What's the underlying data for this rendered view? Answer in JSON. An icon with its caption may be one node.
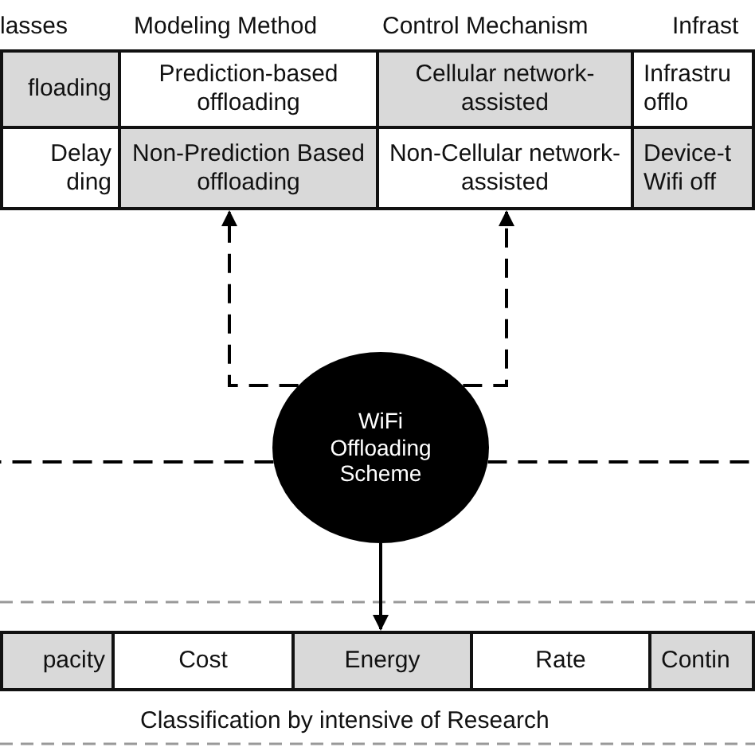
{
  "diagram": {
    "nodes": [
      {
        "text": [
          "floading"
        ]
      },
      {
        "text": [
          "Prediction-based offloading"
        ]
      },
      {
        "text": [
          "Cellular network-assisted"
        ]
      },
      {
        "text": [
          "Infrastru offlo"
        ]
      },
      {
        "text": [
          "Delay ding"
        ]
      },
      {
        "text": [
          "Non-Prediction Based offloading"
        ]
      },
      {
        "text": [
          "Non-Cellular network-assisted"
        ]
      },
      {
        "text": [
          "Device-t Wifi off"
        ]
      },
      {
        "text": [
          "WiFi Offloading Scheme"
        ]
      },
      {
        "text": [
          "pacity"
        ]
      },
      {
        "text": [
          "Cost"
        ]
      },
      {
        "text": [
          "Energy"
        ]
      },
      {
        "text": [
          "Rate"
        ]
      },
      {
        "text": [
          "Contin"
        ]
      }
    ],
    "edges": [
      {
        "from": 8,
        "to": 5,
        "arrow": "to",
        "style": "dashed"
      },
      {
        "from": 8,
        "to": 6,
        "arrow": "to",
        "style": "dashed"
      },
      {
        "from": 8,
        "to": null,
        "arrow": "none",
        "style": "dashed"
      },
      {
        "from": 8,
        "to": null,
        "arrow": "none",
        "style": "dashed"
      },
      {
        "from": 8,
        "to": 11,
        "arrow": "to"
      }
    ],
    "labels": [
      "lasses",
      "Modeling Method",
      "Control Mechanism",
      "Infrast",
      "Classification by intensive of Research"
    ]
  }
}
